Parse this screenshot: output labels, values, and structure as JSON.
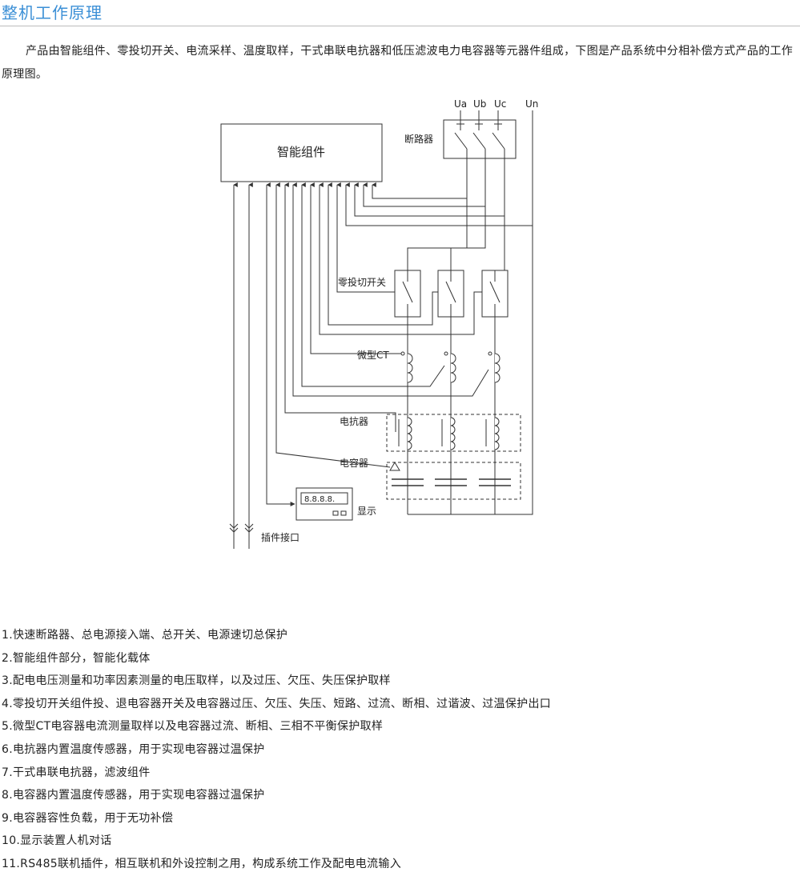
{
  "page": {
    "title": "整机工作原理",
    "intro": "产品由智能组件、零投切开关、电流采样、温度取样，干式串联电抗器和低压滤波电力电容器等元器件组成，下图是产品系统中分相补偿方式产品的工作原理图。"
  },
  "diagram": {
    "phase_labels": [
      "Ua",
      "Ub",
      "Uc"
    ],
    "neutral_label": "Un",
    "breaker_label": "断路器",
    "smart_module_label": "智能组件",
    "switch_label": "零投切开关",
    "ct_label": "微型CT",
    "reactor_label": "电抗器",
    "capacitor_label": "电容器",
    "display_label": "显示",
    "display_digits": "8.8.8.8.",
    "plugin_label": "插件接口"
  },
  "notes": [
    "1.快速断路器、总电源接入端、总开关、电源速切总保护",
    "2.智能组件部分，智能化载体",
    "3.配电电压测量和功率因素测量的电压取样，以及过压、欠压、失压保护取样",
    "4.零投切开关组件投、退电容器开关及电容器过压、欠压、失压、短路、过流、断相、过谐波、过温保护出口",
    "5.微型CT电容器电流测量取样以及电容器过流、断相、三相不平衡保护取样",
    "6.电抗器内置温度传感器，用于实现电容器过温保护",
    "7.干式串联电抗器，滤波组件",
    "8.电容器内置温度传感器，用于实现电容器过温保护",
    "9.电容器容性负载，用于无功补偿",
    "10.显示装置人机对话",
    "11.RS485联机插件，相互联机和外设控制之用，构成系统工作及配电电流输入"
  ]
}
